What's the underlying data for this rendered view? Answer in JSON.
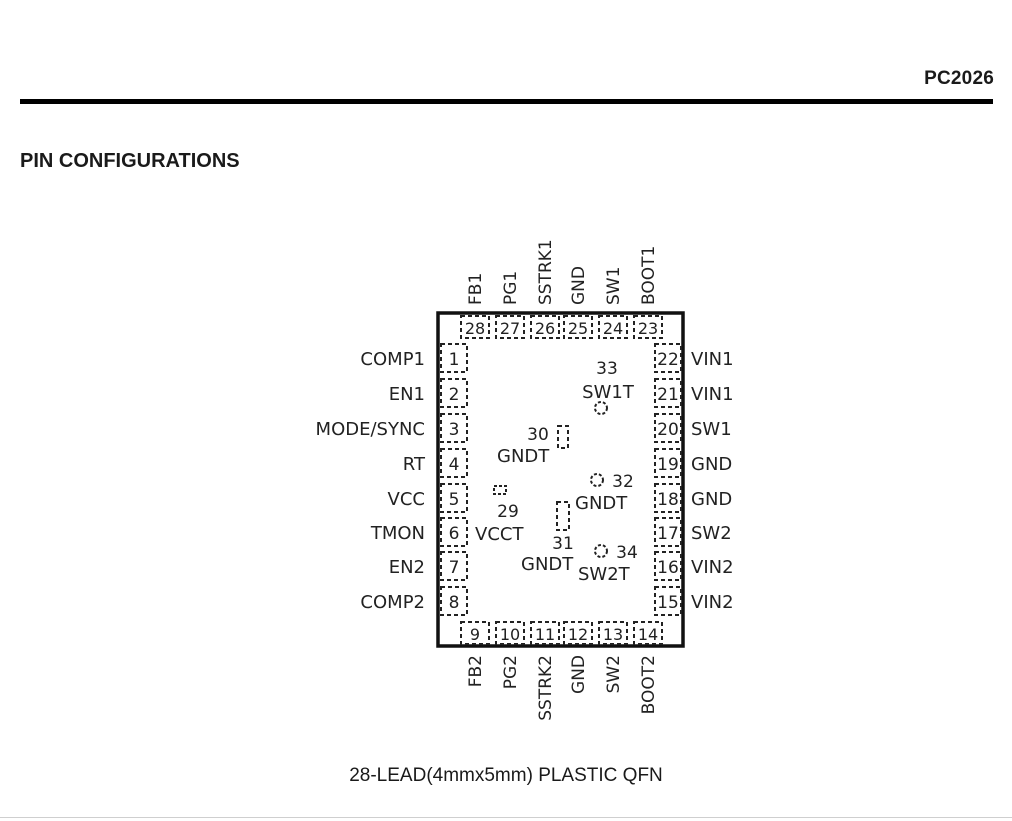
{
  "header": {
    "part_number": "PC2026"
  },
  "section_title": "PIN CONFIGURATIONS",
  "package_caption": "28-LEAD(4mmx5mm) PLASTIC QFN",
  "pins": {
    "left": [
      {
        "num": "1",
        "name": "COMP1"
      },
      {
        "num": "2",
        "name": "EN1"
      },
      {
        "num": "3",
        "name": "MODE/SYNC"
      },
      {
        "num": "4",
        "name": "RT"
      },
      {
        "num": "5",
        "name": "VCC"
      },
      {
        "num": "6",
        "name": "TMON"
      },
      {
        "num": "7",
        "name": "EN2"
      },
      {
        "num": "8",
        "name": "COMP2"
      }
    ],
    "bottom": [
      {
        "num": "9",
        "name": "FB2"
      },
      {
        "num": "10",
        "name": "PG2"
      },
      {
        "num": "11",
        "name": "SSTRK2"
      },
      {
        "num": "12",
        "name": "GND"
      },
      {
        "num": "13",
        "name": "SW2"
      },
      {
        "num": "14",
        "name": "BOOT2"
      }
    ],
    "right": [
      {
        "num": "15",
        "name": "VIN2"
      },
      {
        "num": "16",
        "name": "VIN2"
      },
      {
        "num": "17",
        "name": "SW2"
      },
      {
        "num": "18",
        "name": "GND"
      },
      {
        "num": "19",
        "name": "GND"
      },
      {
        "num": "20",
        "name": "SW1"
      },
      {
        "num": "21",
        "name": "VIN1"
      },
      {
        "num": "22",
        "name": "VIN1"
      }
    ],
    "top": [
      {
        "num": "23",
        "name": "BOOT1"
      },
      {
        "num": "24",
        "name": "SW1"
      },
      {
        "num": "25",
        "name": "GND"
      },
      {
        "num": "26",
        "name": "SSTRK1"
      },
      {
        "num": "27",
        "name": "PG1"
      },
      {
        "num": "28",
        "name": "FB1"
      }
    ]
  },
  "thermal_pads": [
    {
      "num": "29",
      "name": "VCCT"
    },
    {
      "num": "30",
      "name": "GNDT"
    },
    {
      "num": "31",
      "name": "GNDT"
    },
    {
      "num": "32",
      "name": "GNDT"
    },
    {
      "num": "33",
      "name": "SW1T"
    },
    {
      "num": "34",
      "name": "SW2T"
    }
  ]
}
